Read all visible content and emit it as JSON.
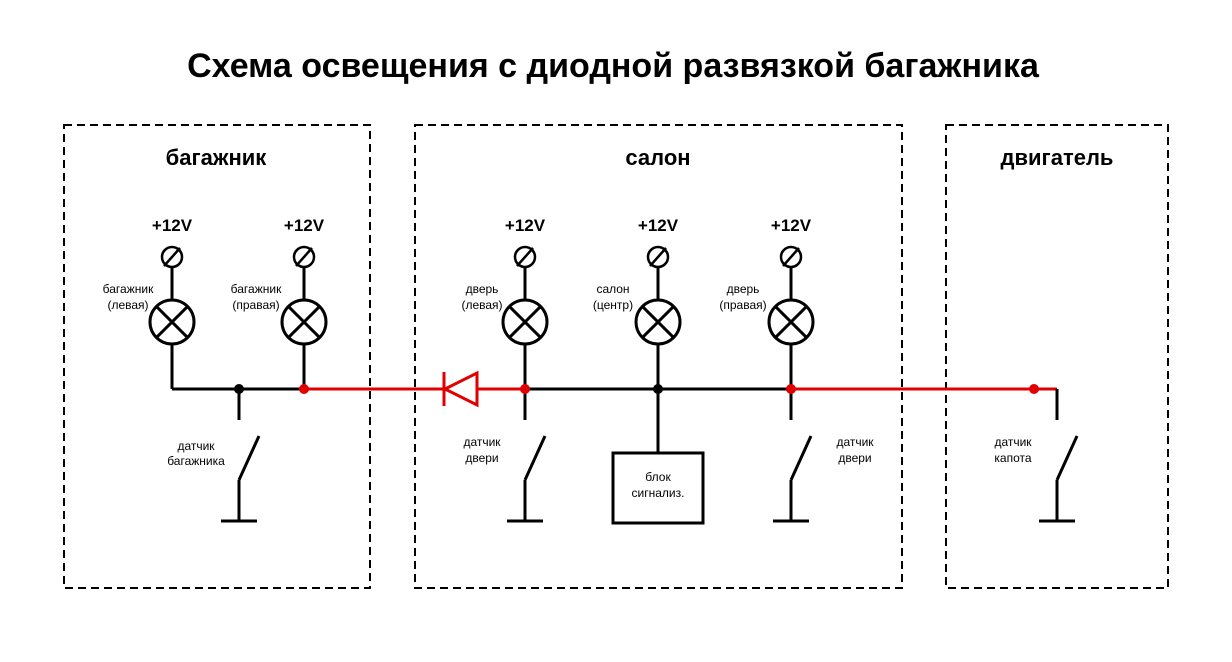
{
  "title": "Схема освещения с диодной развязкой багажника",
  "sections": {
    "trunk": "багажник",
    "cabin": "салон",
    "engine": "двигатель"
  },
  "supply": "+12V",
  "lamps": {
    "trunk_left": [
      "багажник",
      "(левая)"
    ],
    "trunk_right": [
      "багажник",
      "(правая)"
    ],
    "door_left": [
      "дверь",
      "(левая)"
    ],
    "cabin_center": [
      "салон",
      "(центр)"
    ],
    "door_right": [
      "дверь",
      "(правая)"
    ]
  },
  "sensors": {
    "trunk": [
      "датчик",
      "багажника"
    ],
    "door_left": [
      "датчик",
      "двери"
    ],
    "door_right": [
      "датчик",
      "двери"
    ],
    "hood": [
      "датчик",
      "капота"
    ]
  },
  "alarm_block": [
    "блок",
    "сигнализ."
  ],
  "colors": {
    "wire": "#000000",
    "diode_line": "#e00000"
  }
}
